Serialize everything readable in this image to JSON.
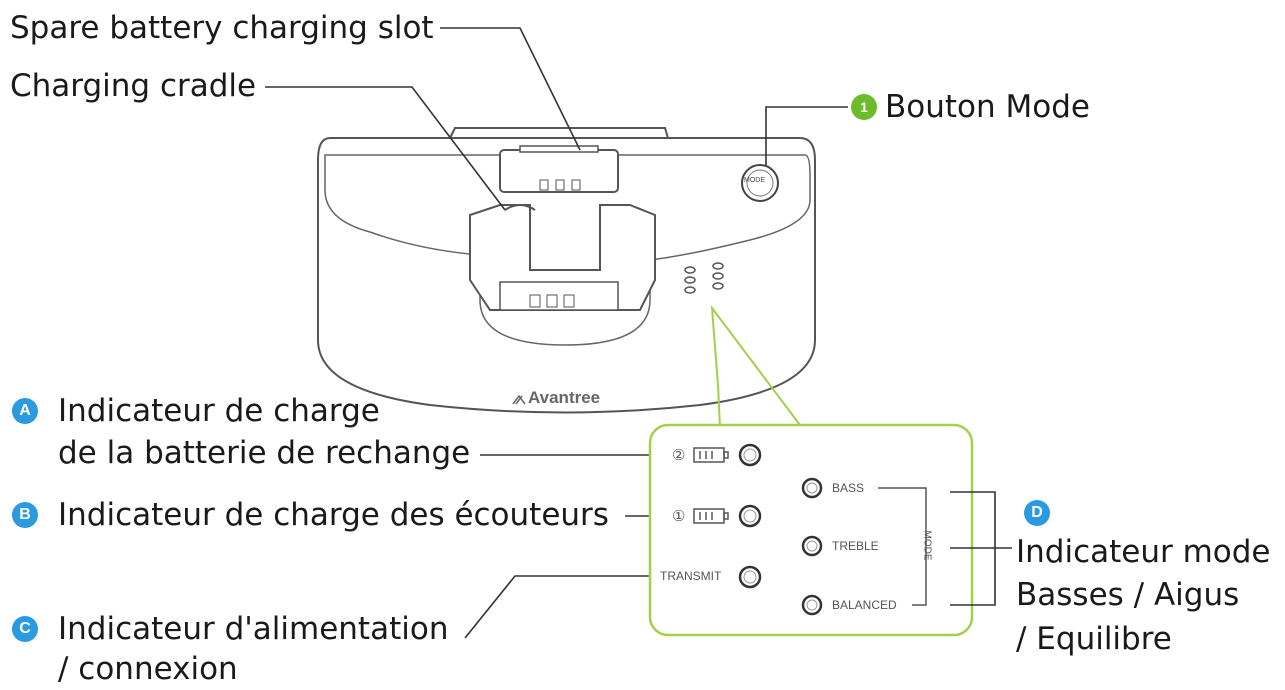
{
  "callouts": {
    "spare_slot": "Spare battery charging slot",
    "cradle": "Charging cradle",
    "mode_button": {
      "badge": "1",
      "label": "Bouton Mode"
    },
    "a": {
      "badge": "A",
      "line1": "Indicateur de charge",
      "line2": "de la batterie de rechange"
    },
    "b": {
      "badge": "B",
      "line1": "Indicateur de charge des écouteurs"
    },
    "c": {
      "badge": "C",
      "line1": "Indicateur d'alimentation",
      "line2": "/ connexion"
    },
    "d": {
      "badge": "D",
      "line1": "Indicateur mode",
      "line2": "Basses / Aigus",
      "line3": "/ Equilibre"
    }
  },
  "device": {
    "brand": "Avantree",
    "button_text": "MODE"
  },
  "panel": {
    "slot2": "②",
    "slot1": "①",
    "transmit": "TRANSMIT",
    "bass": "BASS",
    "treble": "TREBLE",
    "balanced": "BALANCED",
    "mode": "MODE"
  },
  "colors": {
    "accent_green": "#a4cf4a",
    "badge_blue": "#2a9be0",
    "badge_green": "#6cbb2a"
  }
}
